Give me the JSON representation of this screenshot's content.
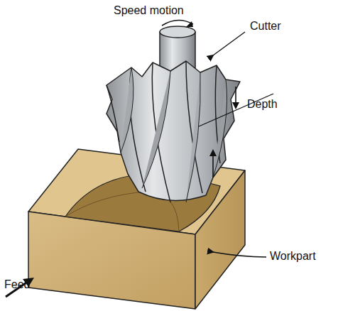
{
  "diagram": {
    "labels": [
      "Speed motion",
      "Cutter",
      "Depth",
      "Workpart",
      "Feed"
    ]
  }
}
